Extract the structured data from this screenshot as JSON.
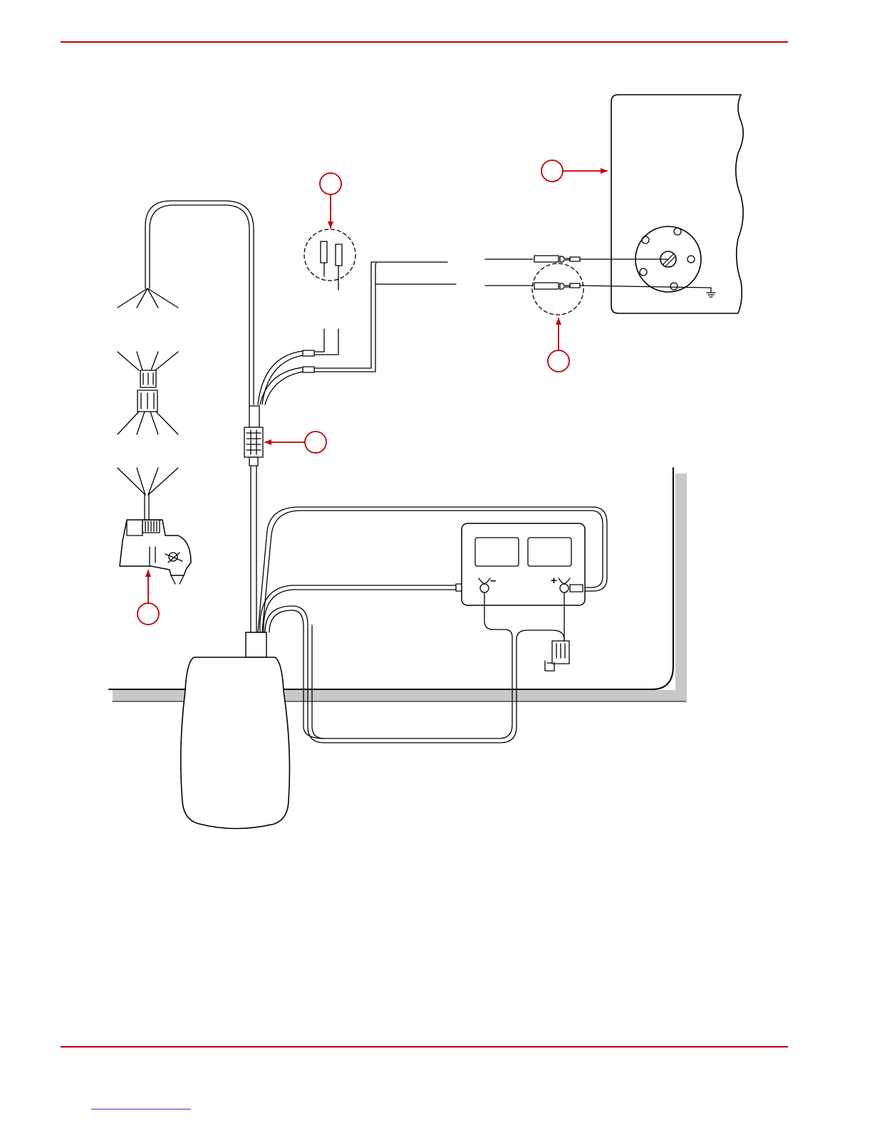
{
  "colors": {
    "accent": "#c00000",
    "line": "#000000",
    "shadow": "#c8c8c8",
    "link": "#2a3ab5"
  },
  "battery": {
    "negative_label": "–",
    "positive_label": "+"
  },
  "callouts": [
    {
      "id": "engine-block",
      "label": ""
    },
    {
      "id": "sender-connectors",
      "label": ""
    },
    {
      "id": "ground-connectors",
      "label": ""
    },
    {
      "id": "harness-connector",
      "label": ""
    },
    {
      "id": "transducer",
      "label": ""
    }
  ]
}
